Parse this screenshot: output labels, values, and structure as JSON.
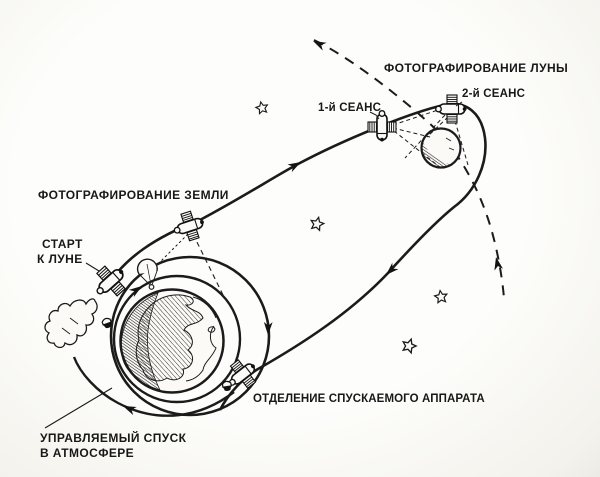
{
  "diagram": {
    "description": "Soviet circumlunar mission flight scheme, hand-drawn line diagram",
    "language": "Russian",
    "labels": {
      "moon_photography": "ФОТОГРАФИРОВАНИЕ ЛУНЫ",
      "session_1": "1-й СЕАНС",
      "session_2": "2-й СЕАНС",
      "earth_photography": "ФОТОГРАФИРОВАНИЕ ЗЕМЛИ",
      "launch_line_1": "СТАРТ",
      "launch_line_2": "К ЛУНЕ",
      "separation": "ОТДЕЛЕНИЕ СПУСКАЕМОГО АППАРАТА",
      "descent_line_1": "УПРАВЛЯЕМЫЙ СПУСК",
      "descent_line_2": "В АТМОСФЕРЕ"
    },
    "icons": {
      "earth": "earth-globe-icon",
      "moon": "moon-icon",
      "spacecraft": "spacecraft-icon",
      "launch_rocket": "launch-rocket-icon",
      "exhaust_plume": "exhaust-plume-icon",
      "parachute": "parachute-icon",
      "descent_capsule": "descent-capsule-icon",
      "star": "star-icon",
      "trajectory_arrow": "arrowhead-icon"
    },
    "colors": {
      "ink": "#1b1b1b",
      "paper": "#fbfaf6"
    }
  }
}
